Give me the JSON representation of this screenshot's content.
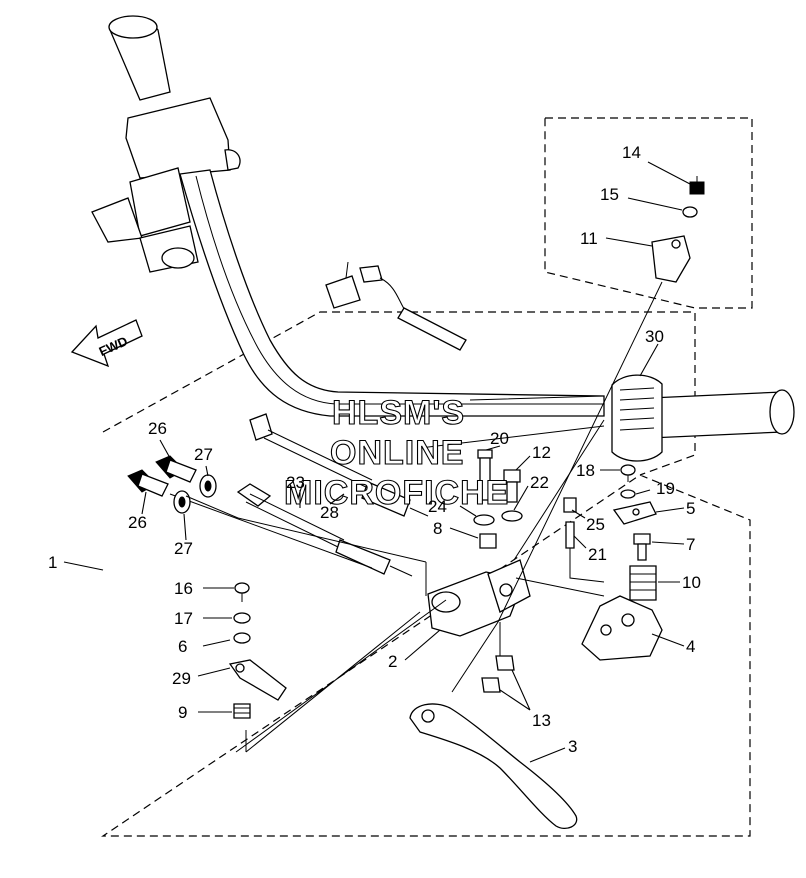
{
  "direction_label": "FWD",
  "watermark": [
    "HLSM'S",
    "ONLINE",
    "MICROFICHE"
  ],
  "callouts": [
    {
      "id": "1",
      "label": "1"
    },
    {
      "id": "2",
      "label": "2"
    },
    {
      "id": "3",
      "label": "3"
    },
    {
      "id": "4",
      "label": "4"
    },
    {
      "id": "5",
      "label": "5"
    },
    {
      "id": "6",
      "label": "6"
    },
    {
      "id": "7",
      "label": "7"
    },
    {
      "id": "8",
      "label": "8"
    },
    {
      "id": "9",
      "label": "9"
    },
    {
      "id": "10",
      "label": "10"
    },
    {
      "id": "11",
      "label": "11"
    },
    {
      "id": "12",
      "label": "12"
    },
    {
      "id": "13",
      "label": "13"
    },
    {
      "id": "14",
      "label": "14"
    },
    {
      "id": "15",
      "label": "15"
    },
    {
      "id": "16",
      "label": "16"
    },
    {
      "id": "17",
      "label": "17"
    },
    {
      "id": "18",
      "label": "18"
    },
    {
      "id": "19",
      "label": "19"
    },
    {
      "id": "20",
      "label": "20"
    },
    {
      "id": "21",
      "label": "21"
    },
    {
      "id": "22",
      "label": "22"
    },
    {
      "id": "23",
      "label": "23"
    },
    {
      "id": "24",
      "label": "24"
    },
    {
      "id": "25",
      "label": "25"
    },
    {
      "id": "26a",
      "label": "26"
    },
    {
      "id": "26b",
      "label": "26"
    },
    {
      "id": "27a",
      "label": "27"
    },
    {
      "id": "27b",
      "label": "27"
    },
    {
      "id": "28",
      "label": "28"
    },
    {
      "id": "29",
      "label": "29"
    },
    {
      "id": "30",
      "label": "30"
    }
  ]
}
